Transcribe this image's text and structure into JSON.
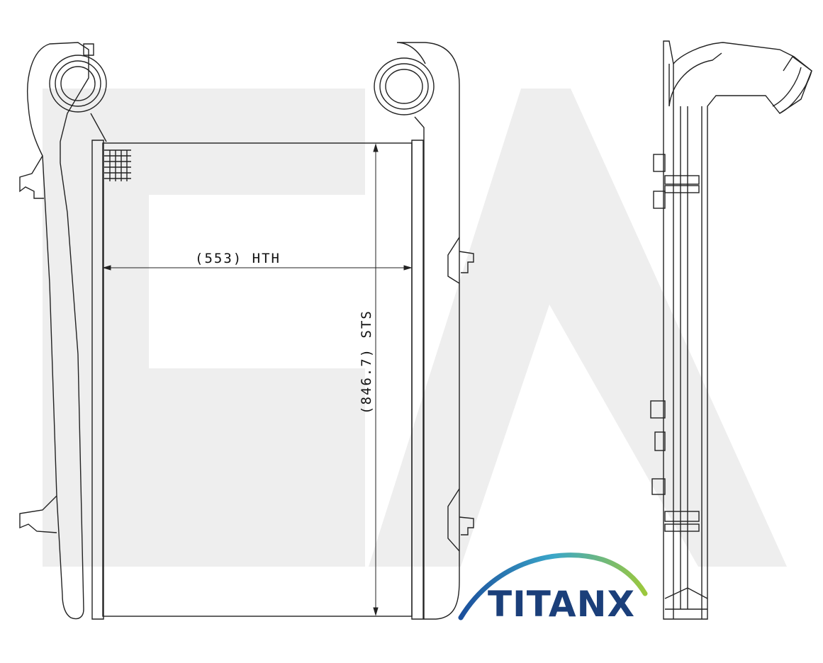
{
  "dimensions": {
    "width_label": "(553) HTH",
    "height_label": "(846.7) STS"
  },
  "logo": {
    "text": "TITANX",
    "text_color": "#1b3f7a",
    "arc_colors": [
      "#1b4f9c",
      "#3aa6c9",
      "#9cc83c"
    ]
  },
  "watermark": {
    "text": "EA",
    "color": "#eeeeee"
  },
  "colors": {
    "line": "#222222"
  }
}
